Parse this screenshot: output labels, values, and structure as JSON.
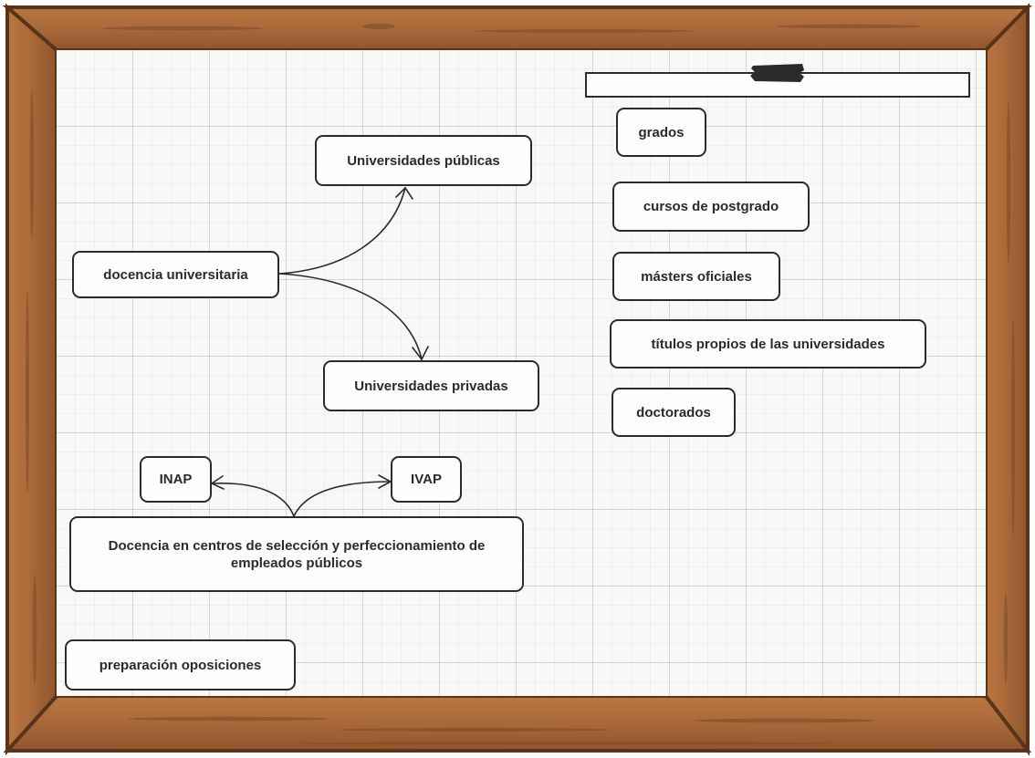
{
  "colors": {
    "wood": "#a8693a",
    "wood_dark": "#5a3418",
    "board": "#f8f8f7",
    "ink": "#2b2b2b"
  },
  "icons": {
    "tape": "tape-icon"
  },
  "title": "",
  "left_tree": {
    "root": "docencia universitaria",
    "children": [
      "Universidades públicas",
      "Universidades privadas"
    ]
  },
  "training_tree": {
    "root": "Docencia en centros de selección y perfeccionamiento de empleados públicos",
    "children": [
      "INAP",
      "IVAP"
    ]
  },
  "standalone": "preparación oposiciones",
  "right_list": [
    "grados",
    "cursos de postgrado",
    "másters oficiales",
    "títulos propios de las universidades",
    "doctorados"
  ]
}
